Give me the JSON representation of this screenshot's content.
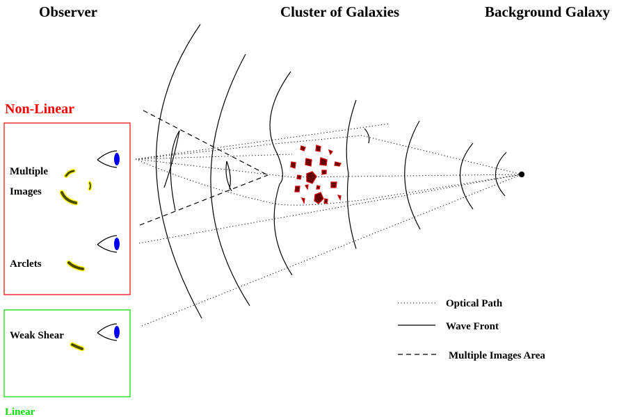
{
  "headers": {
    "observer": "Observer",
    "cluster": "Cluster of Galaxies",
    "background": "Background Galaxy"
  },
  "regimes": {
    "nonlinear": {
      "title": "Non-Linear",
      "color": "#ff0000"
    },
    "linear": {
      "title": "Linear",
      "color": "#00dd00"
    }
  },
  "effects": {
    "multiple_images": [
      "Multiple",
      "Images"
    ],
    "arclets": "Arclets",
    "weak_shear": "Weak Shear"
  },
  "legend": {
    "optical_path": "Optical Path",
    "wave_front": "Wave Front",
    "multiple_images_area": "Multiple Images Area"
  },
  "colors": {
    "eye_iris": "#0000ee",
    "image_fill": "#4a4a00",
    "image_glow": "#ffff00",
    "cluster_galaxy_fill": "#660000",
    "cluster_galaxy_edge": "#cc0000"
  }
}
